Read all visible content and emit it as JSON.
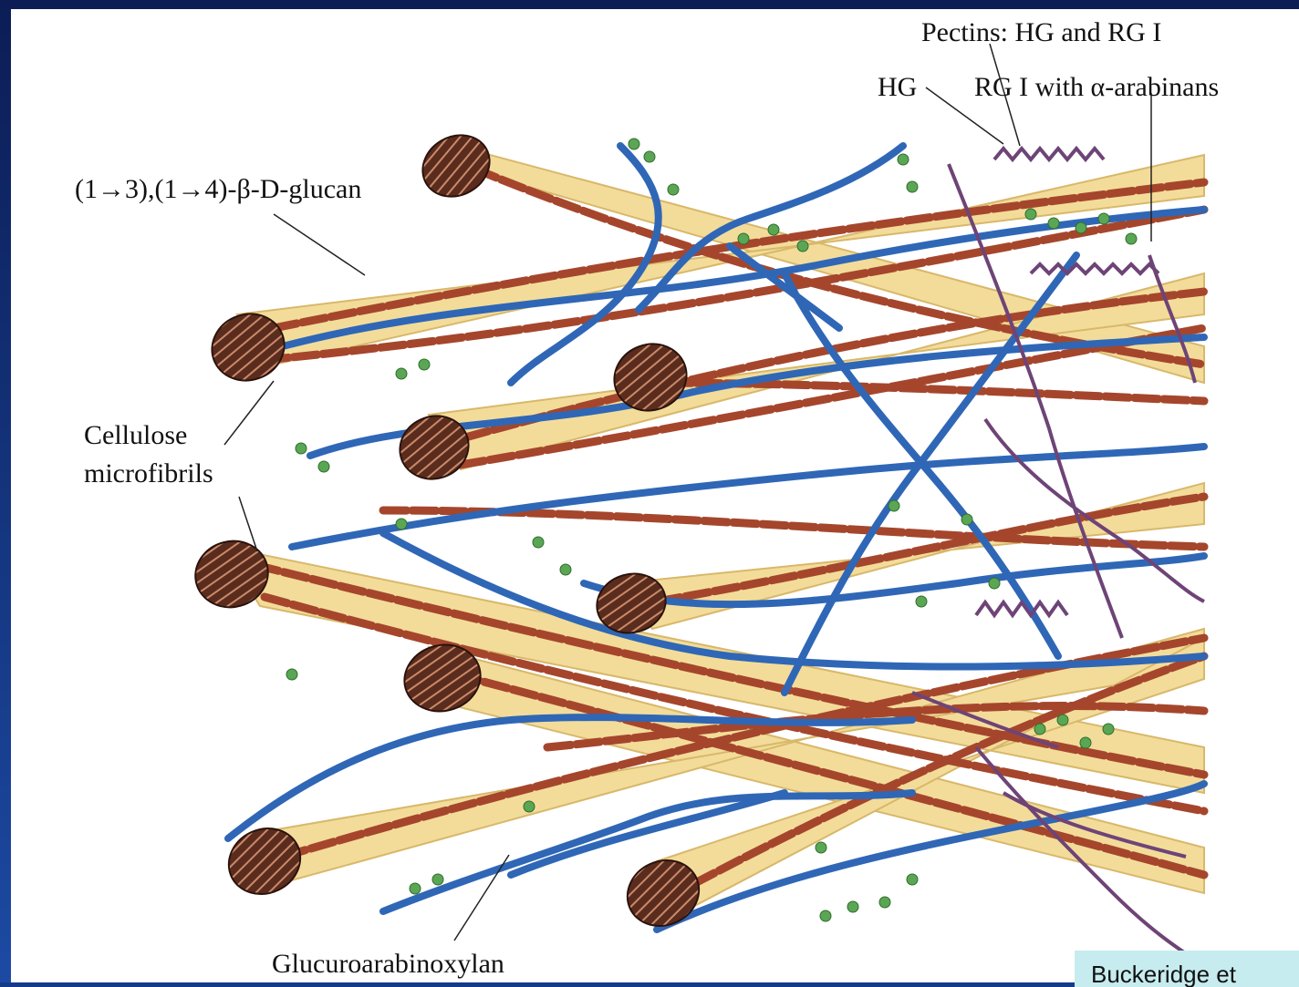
{
  "labels": {
    "pectins": "Pectins: HG and RG I",
    "hg": "HG",
    "rg1": "RG I with α-arabinans",
    "glucan": "(1→3),(1→4)-β-D-glucan",
    "cellulose_line1": "Cellulose",
    "cellulose_line2": "microfibrils",
    "gax": "Glucuroarabinoxylan"
  },
  "citation": "Buckeridge et",
  "colors": {
    "border": "#163a8a",
    "microfibril": "#f3dc9a",
    "microfibril_end": "#4a2418",
    "glucan": "#a5462c",
    "xylan": "#2f67b6",
    "arabinose": "#5aa654",
    "pectin": "#6e4477",
    "citation_bg": "#c6ecef"
  }
}
